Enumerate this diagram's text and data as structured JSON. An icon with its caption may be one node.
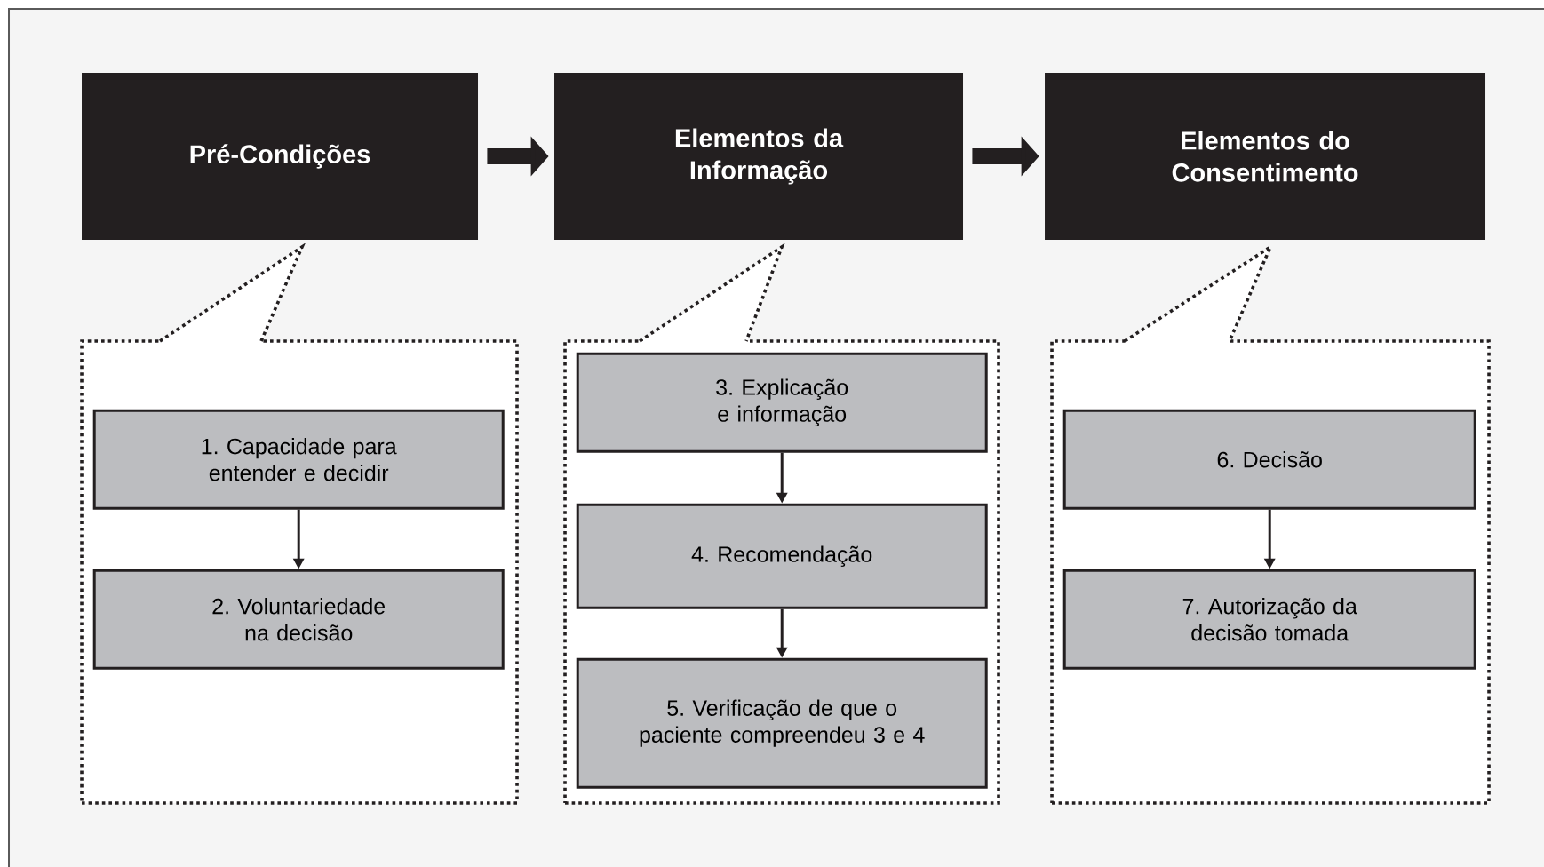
{
  "diagram": {
    "nodes": [
      {
        "text": [
          "Pré-Condições"
        ]
      },
      {
        "text": [
          "Elementos da Informação"
        ]
      },
      {
        "text": [
          "Elementos do Consentimento"
        ]
      },
      {
        "text": [],
        "shape": "box"
      },
      {
        "text": [
          "1. Capacidade para entender e decidir"
        ],
        "in": 3
      },
      {
        "text": [
          "2. Voluntariedade na decisão"
        ],
        "in": 3
      },
      {
        "text": [],
        "shape": "box"
      },
      {
        "text": [
          "3. Explicação e informação"
        ],
        "in": 6
      },
      {
        "text": [
          "4. Recomendação"
        ],
        "in": 6
      },
      {
        "text": [
          "5. Verificação de que o paciente compreendeu 3 e 4"
        ],
        "in": 6
      },
      {
        "text": [],
        "shape": "box"
      },
      {
        "text": [
          "6. Decisão"
        ],
        "in": 10
      },
      {
        "text": [
          "7. Autorização da decisão tomada"
        ],
        "in": 10
      }
    ],
    "edges": [
      {
        "from": 0,
        "to": 1,
        "arrow": "to",
        "style": "thick"
      },
      {
        "from": 1,
        "to": 2,
        "arrow": "to",
        "style": "thick"
      },
      {
        "from": 4,
        "to": 5,
        "arrow": "to"
      },
      {
        "from": 7,
        "to": 8,
        "arrow": "to"
      },
      {
        "from": 8,
        "to": 9,
        "arrow": "to"
      },
      {
        "from": 11,
        "to": 12,
        "arrow": "to"
      }
    ]
  }
}
